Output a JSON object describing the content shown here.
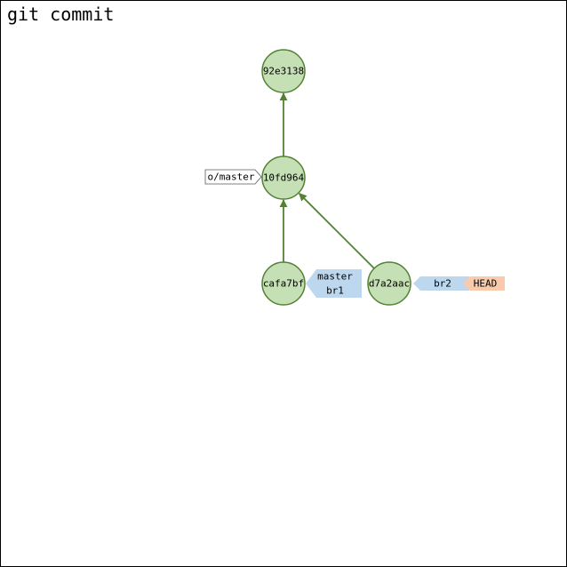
{
  "title": "git commit",
  "colors": {
    "commit_fill": "#c5e0b4",
    "commit_stroke": "#538135",
    "edge": "#538135",
    "branch_fill": "#bdd7ee",
    "head_fill": "#f8cbad",
    "remote_fill": "#ffffff",
    "remote_stroke": "#595959"
  },
  "commits": [
    {
      "id": "92e3138",
      "label": "92e3138"
    },
    {
      "id": "10fd964",
      "label": "10fd964"
    },
    {
      "id": "cafa7bf",
      "label": "cafa7bf"
    },
    {
      "id": "d7a2aac",
      "label": "d7a2aac"
    }
  ],
  "edges": [
    {
      "from": "10fd964",
      "to": "92e3138"
    },
    {
      "from": "cafa7bf",
      "to": "10fd964"
    },
    {
      "from": "d7a2aac",
      "to": "10fd964"
    }
  ],
  "refs": {
    "remote": {
      "label": "o/master",
      "commit": "10fd964"
    },
    "local_group": {
      "labels": [
        "master",
        "br1"
      ],
      "commit": "cafa7bf"
    },
    "br2": {
      "label": "br2",
      "commit": "d7a2aac"
    },
    "head": {
      "label": "HEAD",
      "target": "br2"
    }
  }
}
